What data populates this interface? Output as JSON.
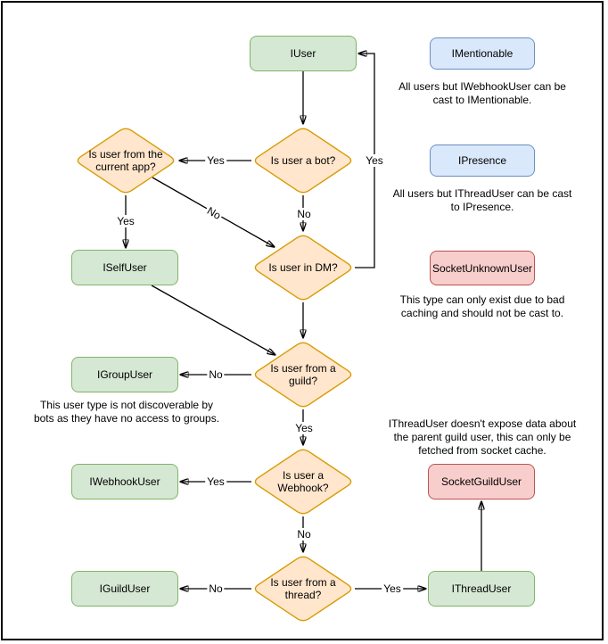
{
  "diagram": {
    "nodes": {
      "iuser": {
        "label": "IUser"
      },
      "imentionable": {
        "label": "IMentionable"
      },
      "ipresence": {
        "label": "IPresence"
      },
      "socket_unknown_user": {
        "label": "SocketUnknownUser"
      },
      "iself_user": {
        "label": "ISelfUser"
      },
      "igroup_user": {
        "label": "IGroupUser"
      },
      "iwebhook_user": {
        "label": "IWebhookUser"
      },
      "iguild_user": {
        "label": "IGuildUser"
      },
      "ithread_user": {
        "label": "IThreadUser"
      },
      "socket_guild_user": {
        "label": "SocketGuildUser"
      },
      "q_bot": {
        "label": "Is user a bot?"
      },
      "q_current_app": {
        "label": "Is user from the current app?"
      },
      "q_dm": {
        "label": "Is user in DM?"
      },
      "q_guild": {
        "label": "Is user from a guild?"
      },
      "q_webhook": {
        "label": "Is user a Webhook?"
      },
      "q_thread": {
        "label": "Is user from a thread?"
      }
    },
    "edge_labels": {
      "bot_to_app_yes": "Yes",
      "bot_to_dm_no": "No",
      "app_to_self_yes": "Yes",
      "app_to_dm_no": "No",
      "dm_to_iuser_yes": "Yes",
      "guild_to_group_no": "No",
      "guild_to_webhook_yes": "Yes",
      "webhook_to_iwebhook_yes": "Yes",
      "webhook_to_thread_no": "No",
      "thread_to_iguild_no": "No",
      "thread_to_ithread_yes": "Yes"
    },
    "notes": {
      "mentionable": "All users but IWebhookUser can be cast to IMentionable.",
      "presence": "All users but IThreadUser can be cast to IPresence.",
      "socket_unknown": "This type can only exist due to bad caching and should not be cast to.",
      "group": "This user type is not discoverable by bots as they have no access to groups.",
      "thread": "IThreadUser doesn't expose data about the parent guild user, this can only be fetched from socket cache."
    },
    "colors": {
      "green_fill": "#d5e8d4",
      "green_stroke": "#82b366",
      "orange_fill": "#ffe6cc",
      "orange_stroke": "#d79b00",
      "blue_fill": "#dae8fc",
      "blue_stroke": "#6c8ebf",
      "red_fill": "#f8cecc",
      "red_stroke": "#b85450",
      "edge": "#000000",
      "frame": "#000000"
    }
  }
}
